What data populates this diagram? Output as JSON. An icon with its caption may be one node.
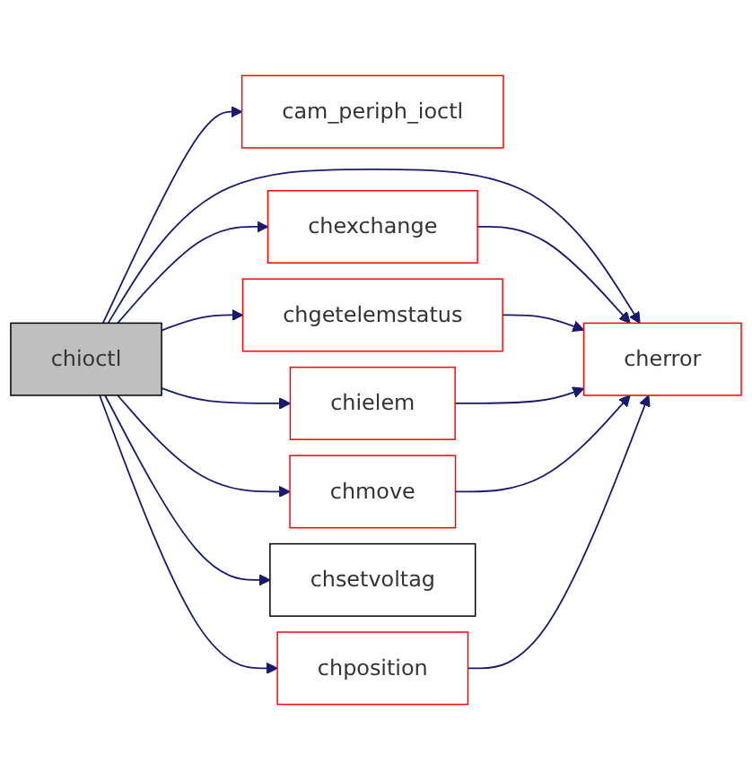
{
  "diagram": {
    "nodes": [
      {
        "text": [
          "chioctl"
        ]
      },
      {
        "text": [
          "cam_periph_ioctl"
        ]
      },
      {
        "text": [
          "chexchange"
        ]
      },
      {
        "text": [
          "chgetelemstatus"
        ]
      },
      {
        "text": [
          "chielem"
        ]
      },
      {
        "text": [
          "chmove"
        ]
      },
      {
        "text": [
          "chposition"
        ]
      },
      {
        "text": [
          "chsetvoltag"
        ]
      },
      {
        "text": [
          "cherror"
        ]
      }
    ],
    "edges": [
      {
        "from": 0,
        "to": 1,
        "arrow": "to"
      },
      {
        "from": 0,
        "to": 8,
        "arrow": "to"
      },
      {
        "from": 0,
        "to": 2,
        "arrow": "to"
      },
      {
        "from": 0,
        "to": 3,
        "arrow": "to"
      },
      {
        "from": 0,
        "to": 4,
        "arrow": "to"
      },
      {
        "from": 0,
        "to": 5,
        "arrow": "to"
      },
      {
        "from": 0,
        "to": 6,
        "arrow": "to"
      },
      {
        "from": 0,
        "to": 7,
        "arrow": "to"
      },
      {
        "from": 2,
        "to": 8,
        "arrow": "to"
      },
      {
        "from": 3,
        "to": 8,
        "arrow": "to"
      },
      {
        "from": 4,
        "to": 8,
        "arrow": "to"
      },
      {
        "from": 5,
        "to": 8,
        "arrow": "to"
      },
      {
        "from": 6,
        "to": 8,
        "arrow": "to"
      }
    ]
  }
}
